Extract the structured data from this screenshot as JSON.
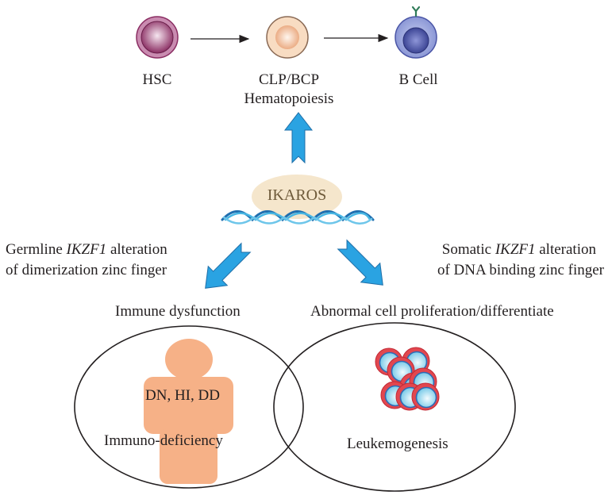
{
  "top_row": {
    "cells": [
      {
        "id": "hsc",
        "label": "HSC",
        "colors": {
          "outer": "#c98bb0",
          "inner": "#8a2d62"
        }
      },
      {
        "id": "clp",
        "label": "CLP/BCP",
        "sublabel": "Hematopoiesis",
        "colors": {
          "outer": "#f8d9bd",
          "inner": "#eeae83"
        }
      },
      {
        "id": "bcell",
        "label": "B Cell",
        "colors": {
          "outer": "#8e9ad6",
          "inner": "#3a4396",
          "receptor": "#2f7b58"
        }
      }
    ]
  },
  "center": {
    "protein_label": "IKAROS",
    "protein_color": "#f5e6cc",
    "arrow_color": "#2a9fe0"
  },
  "left_branch": {
    "line1_prefix": "Germline ",
    "line1_gene": "IKZF1",
    "line1_suffix": " alteration",
    "line2": "of dimerization zinc finger",
    "outcome": "Immune dysfunction"
  },
  "right_branch": {
    "line1_prefix": "Somatic ",
    "line1_gene": "IKZF1",
    "line1_suffix": " alteration",
    "line2": "of DNA binding zinc finger",
    "outcome": "Abnormal cell proliferation/differentiate"
  },
  "venn": {
    "left": {
      "inner_label": "DN, HI, DD",
      "label": "Immuno-deficiency",
      "figure_color": "#f6b187"
    },
    "right": {
      "label": "Leukemogenesis",
      "cell_outer": "#e2474f",
      "cell_inner": "#7fd0ea"
    }
  }
}
